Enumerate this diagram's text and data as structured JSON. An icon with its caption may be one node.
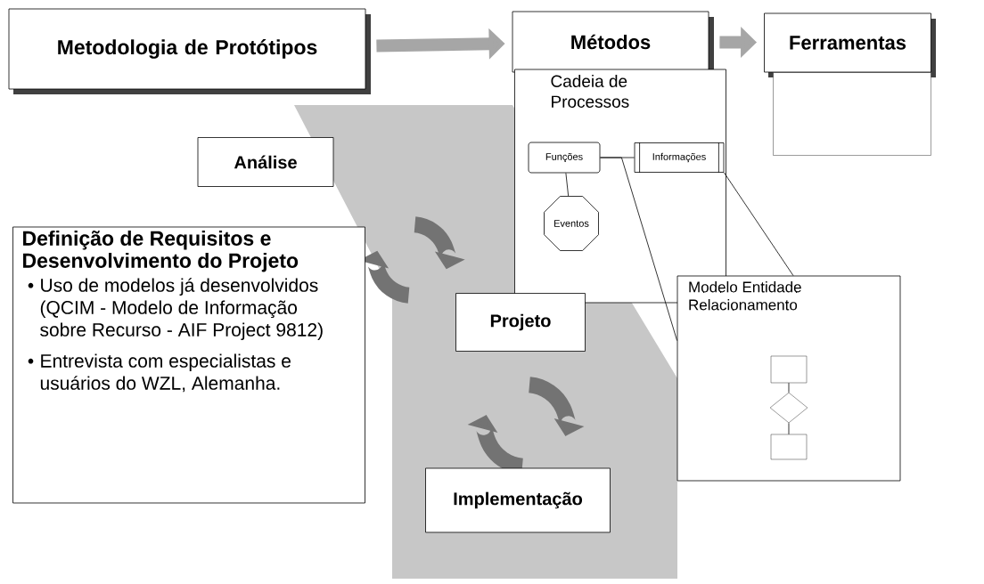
{
  "diagram": {
    "nodes": [
      {
        "text": [
          "Metodologia de Protótipos"
        ]
      },
      {
        "text": [
          "Métodos"
        ]
      },
      {
        "text": [
          "Ferramentas"
        ]
      },
      {
        "text": [
          "Cadeia de Processos"
        ]
      },
      {
        "text": [],
        "shape": "box"
      },
      {
        "text": [
          "Funções"
        ],
        "in": 3
      },
      {
        "text": [
          "Informações"
        ],
        "in": 3
      },
      {
        "text": [
          "Eventos"
        ],
        "in": 3
      },
      {
        "text": [
          "Análise"
        ]
      },
      {
        "text": [
          "Definição de Requisitos e Desenvolvimento do Projeto",
          "Uso de modelos já desenvolvidos (QCIM - Modelo de Informação sobre Recurso - AIF Project 9812)",
          "Entrevista com especialistas e usuários do WZL, Alemanha."
        ]
      },
      {
        "text": [
          "Projeto"
        ]
      },
      {
        "text": [
          "Modelo Entidade Relacionamento"
        ]
      },
      {
        "text": [],
        "shape": "box",
        "in": 11
      },
      {
        "text": [],
        "shape": "diamond",
        "in": 11
      },
      {
        "text": [],
        "shape": "box",
        "in": 11
      },
      {
        "text": [
          "Implementação"
        ]
      }
    ],
    "edges": [
      {
        "from": 0,
        "to": 1,
        "arrow": "to",
        "style": "thick",
        "color": "#a6a6a6"
      },
      {
        "from": 1,
        "to": 2,
        "arrow": "to",
        "style": "thick",
        "color": "#a6a6a6"
      },
      {
        "from": 5,
        "to": 6,
        "arrow": "none"
      },
      {
        "from": 5,
        "to": 7,
        "arrow": "none"
      },
      {
        "from": 5,
        "to": 11,
        "arrow": "none"
      },
      {
        "from": 6,
        "to": 11,
        "arrow": "none"
      },
      {
        "from": 12,
        "to": 13,
        "arrow": "none"
      },
      {
        "from": 13,
        "to": 14,
        "arrow": "none"
      }
    ],
    "labels": [
      "•",
      "•"
    ]
  }
}
